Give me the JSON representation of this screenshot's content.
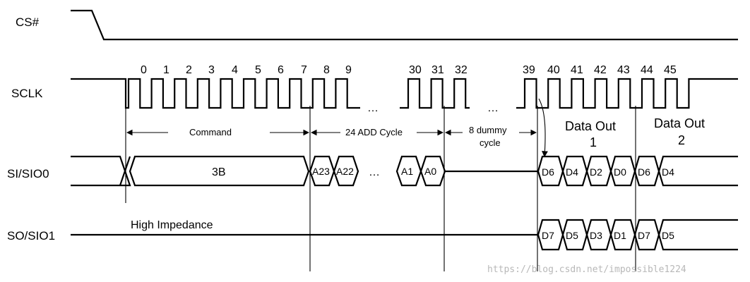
{
  "signals": {
    "cs": "CS#",
    "sclk": "SCLK",
    "si": "SI/SIO0",
    "so": "SO/SIO1"
  },
  "clock_numbers": [
    "0",
    "1",
    "2",
    "3",
    "4",
    "5",
    "6",
    "7",
    "8",
    "9",
    "30",
    "31",
    "32",
    "39",
    "40",
    "41",
    "42",
    "43",
    "44",
    "45"
  ],
  "ellipsis": "…",
  "phases": {
    "command": "Command",
    "address": "24 ADD Cycle",
    "dummy_line1": "8 dummy",
    "dummy_line2": "cycle",
    "data_out1_line1": "Data Out",
    "data_out1_line2": "1",
    "data_out2_line1": "Data Out",
    "data_out2_line2": "2"
  },
  "si_cells": {
    "command": "3B",
    "a23": "A23",
    "a22": "A22",
    "a1": "A1",
    "a0": "A0",
    "data": [
      "D6",
      "D4",
      "D2",
      "D0",
      "D6",
      "D4"
    ]
  },
  "so_cells": {
    "data": [
      "D7",
      "D5",
      "D3",
      "D1",
      "D7",
      "D5"
    ]
  },
  "high_impedance": "High Impedance",
  "watermark": "https://blog.csdn.net/impossible1224"
}
